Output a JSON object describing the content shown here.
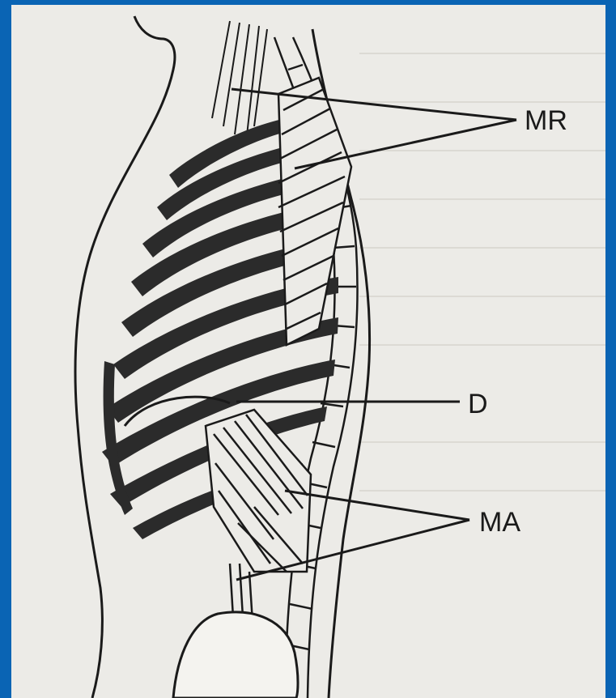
{
  "colors": {
    "border": "#0a64b4",
    "paper": "#ecebe7",
    "ink": "#1a1a1a",
    "rib": "#2b2b2b"
  },
  "labels": {
    "mr": "MR",
    "d": "D",
    "ma": "MA"
  }
}
